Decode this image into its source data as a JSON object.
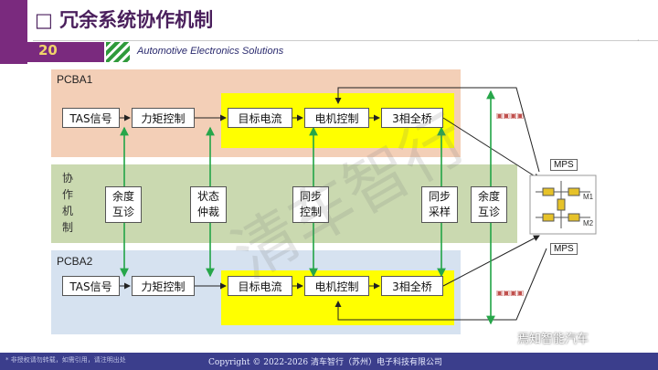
{
  "header": {
    "title": "□ 冗余系统协作机制",
    "page_number": "20",
    "tagline": "Automotive Electronics Solutions"
  },
  "diagram": {
    "pcba1": {
      "label": "PCBA1",
      "tas": "TAS信号",
      "torque": "力矩控制",
      "target_current": "目标电流",
      "motor_control": "电机控制",
      "bridge": "3相全桥"
    },
    "pcba2": {
      "label": "PCBA2",
      "tas": "TAS信号",
      "torque": "力矩控制",
      "target_current": "目标电流",
      "motor_control": "电机控制",
      "bridge": "3相全桥"
    },
    "coop": {
      "label_chars": [
        "协",
        "作",
        "机",
        "制"
      ],
      "redundancy_diag_1": [
        "余度",
        "互诊"
      ],
      "state_arbitration": [
        "状态",
        "仲裁"
      ],
      "sync_control": [
        "同步",
        "控制"
      ],
      "sync_sampling": [
        "同步",
        "采样"
      ],
      "redundancy_diag_2": [
        "余度",
        "互诊"
      ]
    },
    "motor": {
      "mps_top": "MPS",
      "mps_bottom": "MPS",
      "m1": "M1",
      "m2": "M2"
    },
    "watermark": "清车智行"
  },
  "footer": {
    "left_note": "* 非授权请勿转载，如需引用，请注明出处",
    "copyright": "Copyright © 2022-2026 清车智行（苏州）电子科技有限公司",
    "wechat": "焉知智能汽车"
  },
  "colors": {
    "brand_purple": "#7a2a7e",
    "arrow_green": "#27a64a",
    "highlight_yellow": "#ffff00",
    "footer_blue": "#3b3e8c"
  }
}
